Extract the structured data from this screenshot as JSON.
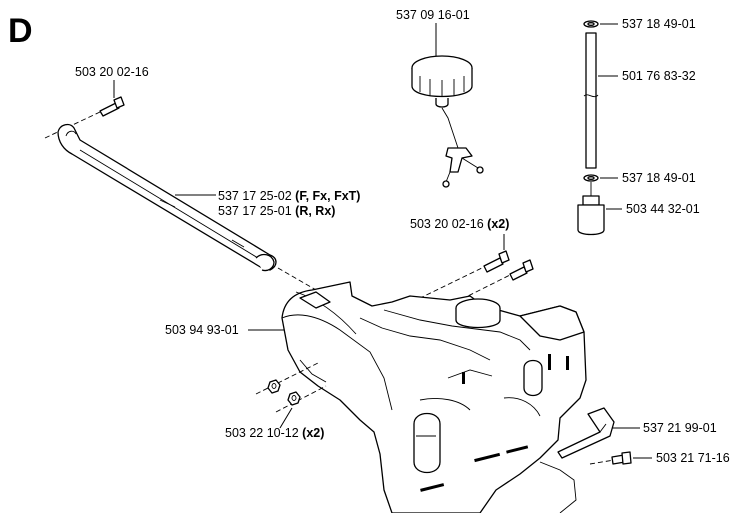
{
  "section": "D",
  "labels": {
    "bolt_top": "503 20 02-16",
    "fuel_cap": "537 09 16-01",
    "grommet_top": "537 18 49-01",
    "fuel_hose": "501 76 83-32",
    "grommet_bottom": "537 18 49-01",
    "fuel_filter": "503 44 32-01",
    "shaft_tube_1_code": "537 17 25-02",
    "shaft_tube_1_models": "(F, Fx, FxT)",
    "shaft_tube_2_code": "537 17 25-01",
    "shaft_tube_2_models": "(R, Rx)",
    "bolts_x2_code": "503 20 02-16",
    "bolts_x2_qty": "(x2)",
    "fuel_tank": "503 94 93-01",
    "nuts_x2_code": "503 22 10-12",
    "nuts_x2_qty": "(x2)",
    "bracket": "537 21 99-01",
    "screw_bracket": "503 21 71-16"
  }
}
